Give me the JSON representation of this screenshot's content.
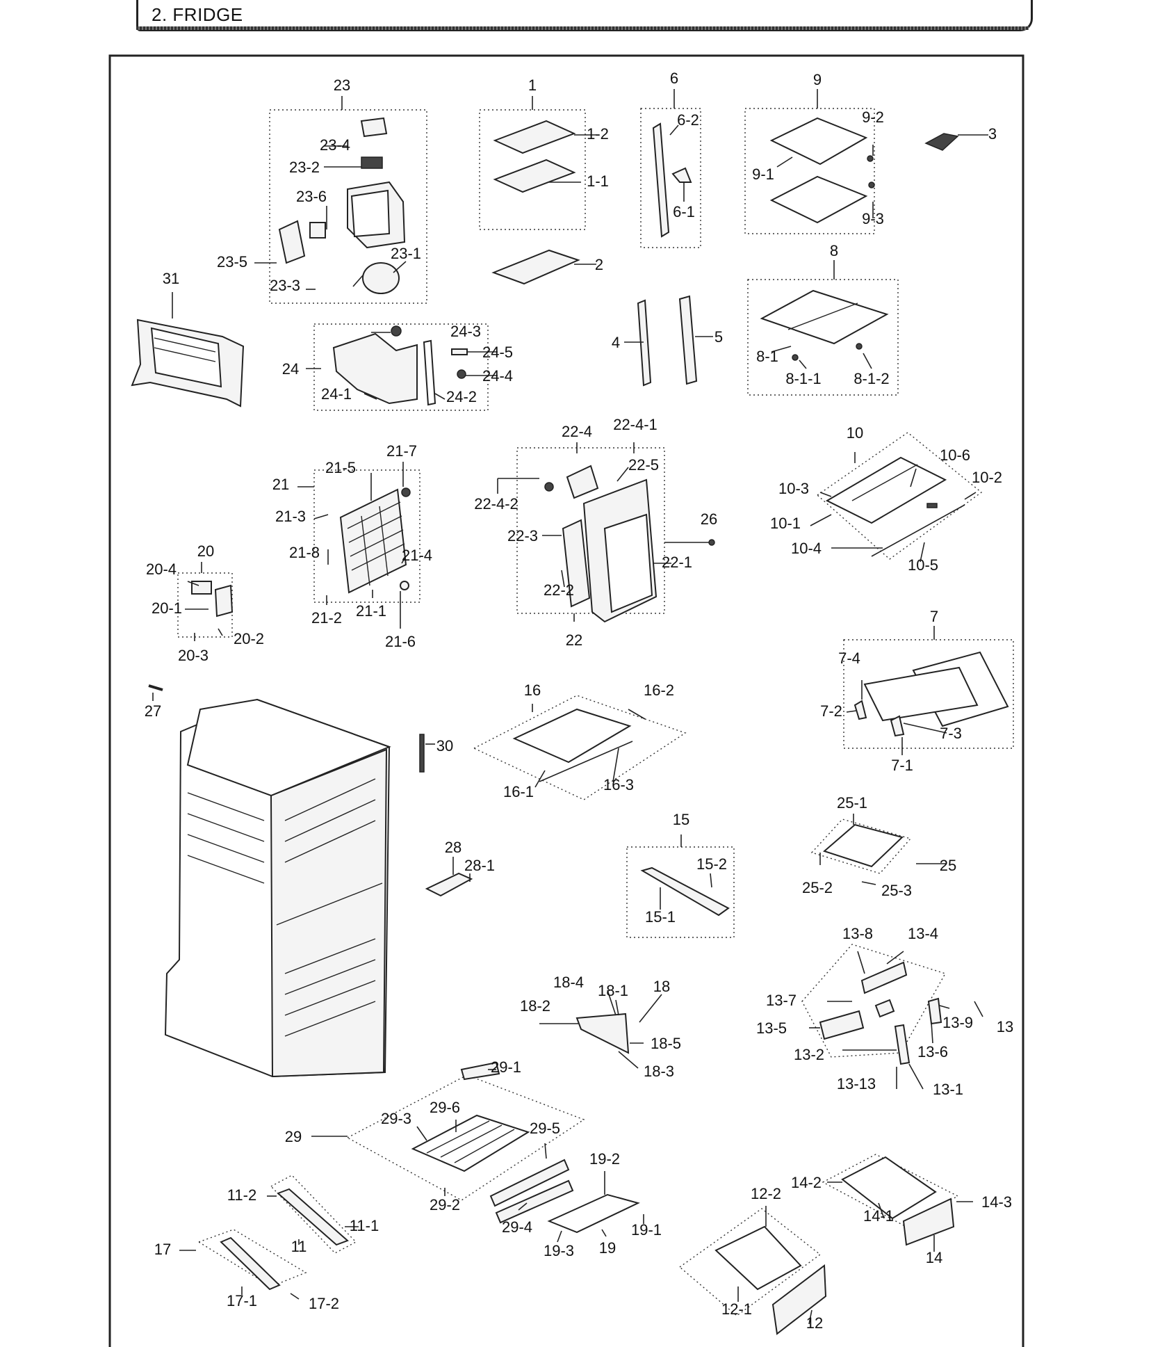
{
  "section": {
    "title": "2. FRIDGE"
  },
  "labels": [
    "1",
    "1-1",
    "1-2",
    "2",
    "3",
    "4",
    "5",
    "6",
    "6-1",
    "6-2",
    "7",
    "7-1",
    "7-2",
    "7-3",
    "7-4",
    "8",
    "8-1",
    "8-1-1",
    "8-1-2",
    "9",
    "9-1",
    "9-2",
    "9-3",
    "10",
    "10-1",
    "10-2",
    "10-3",
    "10-4",
    "10-5",
    "10-6",
    "11",
    "11-1",
    "11-2",
    "12",
    "12-1",
    "12-2",
    "13",
    "13-1",
    "13-2",
    "13-4",
    "13-5",
    "13-6",
    "13-7",
    "13-8",
    "13-9",
    "13-13",
    "14",
    "14-1",
    "14-2",
    "14-3",
    "15",
    "15-1",
    "15-2",
    "16",
    "16-1",
    "16-2",
    "16-3",
    "17",
    "17-1",
    "17-2",
    "18",
    "18-1",
    "18-2",
    "18-3",
    "18-4",
    "18-5",
    "19",
    "19-1",
    "19-2",
    "19-3",
    "20",
    "20-1",
    "20-2",
    "20-3",
    "20-4",
    "21",
    "21-1",
    "21-2",
    "21-3",
    "21-4",
    "21-5",
    "21-6",
    "21-7",
    "21-8",
    "22",
    "22-1",
    "22-2",
    "22-3",
    "22-4",
    "22-4-1",
    "22-4-2",
    "22-5",
    "23",
    "23-1",
    "23-2",
    "23-3",
    "23-4",
    "23-5",
    "23-6",
    "24",
    "24-1",
    "24-2",
    "24-3",
    "24-4",
    "24-5",
    "25",
    "25-1",
    "25-2",
    "25-3",
    "26",
    "27",
    "28",
    "28-1",
    "29",
    "29-1",
    "29-2",
    "29-3",
    "29-4",
    "29-5",
    "29-6",
    "30",
    "31"
  ]
}
